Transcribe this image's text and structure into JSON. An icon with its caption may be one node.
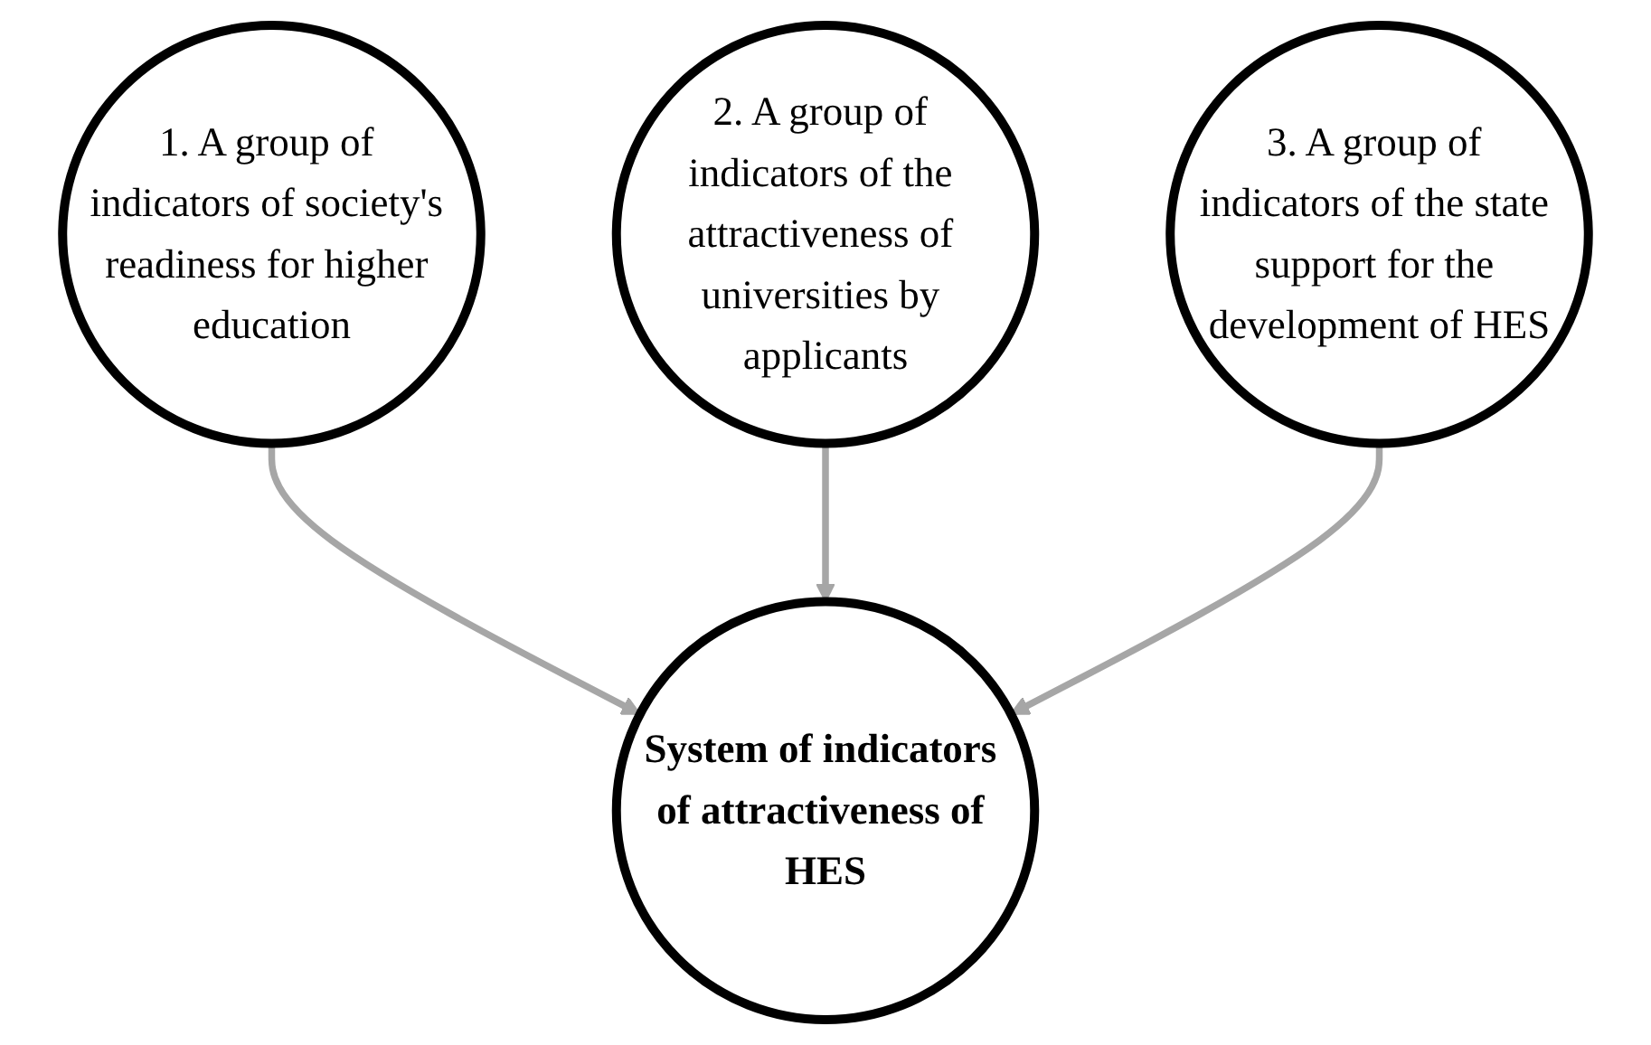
{
  "diagram": {
    "nodes": [
      {
        "text": [
          "1. A group of indicators of society's readiness for higher education"
        ]
      },
      {
        "text": [
          "System of indicators of attractiveness of HES"
        ]
      },
      {
        "text": [
          "2. A group of indicators of the attractiveness of universities by applicants"
        ]
      },
      {
        "text": [
          "3. A group of indicators of the state support for the development of HES"
        ]
      }
    ],
    "edges": [
      {
        "from": 0,
        "to": 1,
        "arrow": "to"
      },
      {
        "from": 2,
        "to": 1,
        "arrow": "to"
      },
      {
        "from": 3,
        "to": 1,
        "arrow": "to"
      }
    ]
  }
}
